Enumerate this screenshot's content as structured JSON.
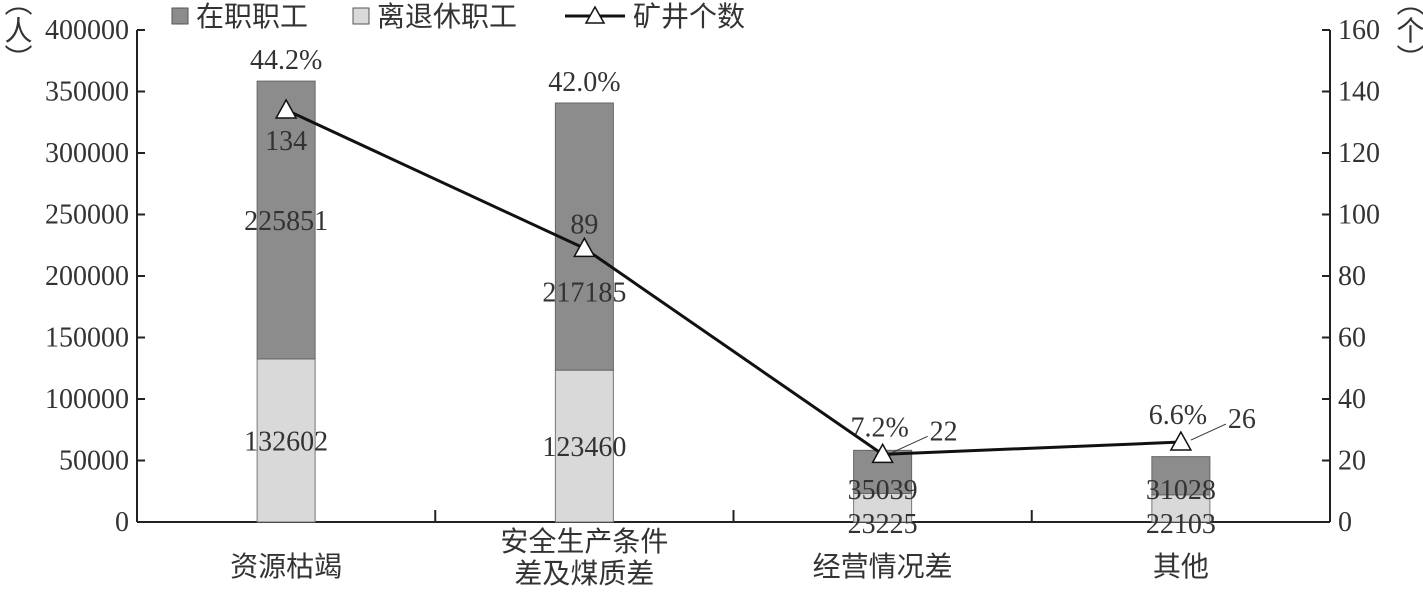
{
  "chart_data": {
    "type": "bar",
    "stacked": true,
    "categories": [
      [
        "资源枯竭"
      ],
      [
        "安全生产条件",
        "差及煤质差"
      ],
      [
        "经营情况差"
      ],
      [
        "其他"
      ]
    ],
    "series": [
      {
        "name": "离退休职工",
        "values": [
          132602,
          123460,
          23225,
          22103
        ],
        "color": "#d9d9d9",
        "axis": "left"
      },
      {
        "name": "在职职工",
        "values": [
          225851,
          217185,
          35039,
          31028
        ],
        "color": "#8c8c8c",
        "axis": "left"
      }
    ],
    "line_series": {
      "name": "矿井个数",
      "values": [
        134,
        89,
        22,
        26
      ],
      "axis": "right",
      "marker": "triangle-open"
    },
    "percent_labels": [
      "44.2%",
      "42.0%",
      "7.2%",
      "6.6%"
    ],
    "legend": {
      "placement": "top",
      "order": [
        "在职职工",
        "离退休职工",
        "矿井个数"
      ]
    },
    "ylabel_left": "（人）",
    "ylabel_right": "（个）",
    "ylim_left": [
      0,
      400000
    ],
    "ylim_right": [
      0,
      160
    ],
    "yticks_left": [
      0,
      50000,
      100000,
      150000,
      200000,
      250000,
      300000,
      350000,
      400000
    ],
    "yticks_right": [
      0,
      20,
      40,
      60,
      80,
      100,
      120,
      140,
      160
    ],
    "grid": false
  }
}
